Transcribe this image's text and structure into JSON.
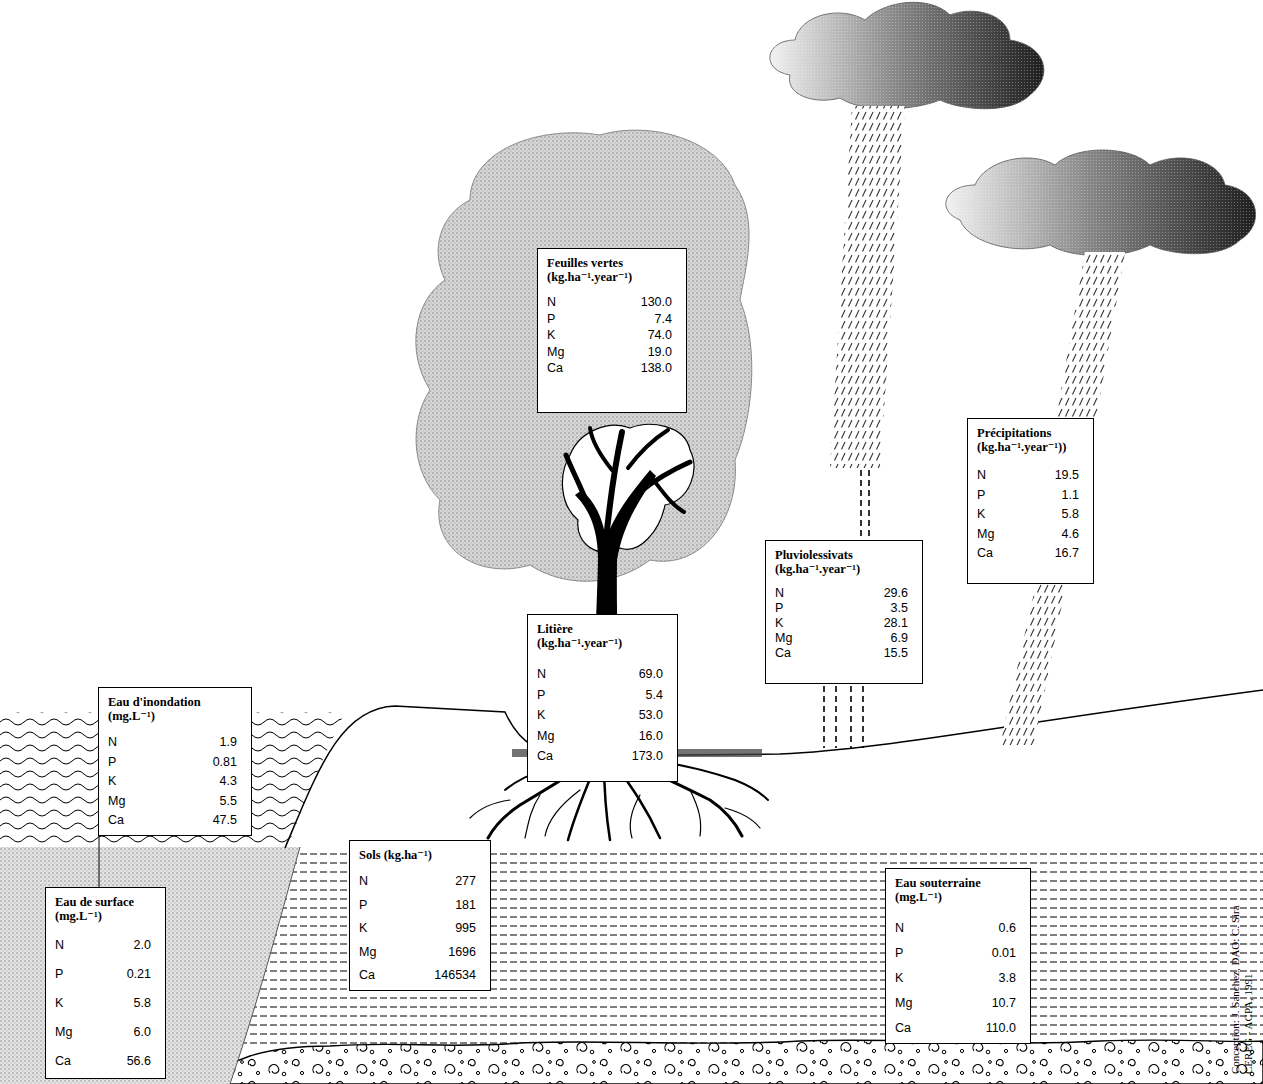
{
  "diagram": {
    "nodes": [
      {
        "text": [
          "Feuilles vertes (kg.ha⁻¹.year⁻¹)",
          "N",
          "130.0",
          "P",
          "7.4",
          "K",
          "74.0",
          "Mg",
          "19.0",
          "Ca",
          "138.0"
        ]
      },
      {
        "text": [
          "Précipitations (kg.ha⁻¹.year⁻¹))",
          "N",
          "19.5",
          "P",
          "1.1",
          "K",
          "5.8",
          "Mg",
          "4.6",
          "Ca",
          "16.7"
        ]
      },
      {
        "text": [
          "Pluviolessivats (kg.ha⁻¹.year⁻¹)",
          "N",
          "29.6",
          "P",
          "3.5",
          "K",
          "28.1",
          "Mg",
          "6.9",
          "Ca",
          "15.5"
        ]
      },
      {
        "text": [
          "Litière (kg.ha⁻¹.year⁻¹)",
          "N",
          "69.0",
          "P",
          "5.4",
          "K",
          "53.0",
          "Mg",
          "16.0",
          "Ca",
          "173.0"
        ]
      },
      {
        "text": [
          "Eau d'inondation (mg.L⁻¹)",
          "N",
          "1.9",
          "P",
          "0.81",
          "K",
          "4.3",
          "Mg",
          "5.5",
          "Ca",
          "47.5"
        ]
      },
      {
        "text": [
          "Sols (kg.ha⁻¹)",
          "N",
          "277",
          "P",
          "181",
          "K",
          "995",
          "Mg",
          "1696",
          "Ca",
          "146534"
        ]
      },
      {
        "text": [
          "Eau de surface (mg.L⁻¹)",
          "N",
          "2.0",
          "P",
          "0.21",
          "K",
          "5.8",
          "Mg",
          "6.0",
          "Ca",
          "56.6"
        ]
      },
      {
        "text": [
          "Eau souterraine (mg.L⁻¹)",
          "N",
          "0.6",
          "P",
          "0.01",
          "K",
          "3.8",
          "Mg",
          "10.7",
          "Ca",
          "110.0"
        ]
      }
    ],
    "edges": [
      {
        "from": 4,
        "to": 6,
        "arrow": "none"
      }
    ],
    "labels": [
      "Conception: J. Sanchez, DAO: C. Sira",
      "CEREG - ACPA, 1991"
    ]
  }
}
